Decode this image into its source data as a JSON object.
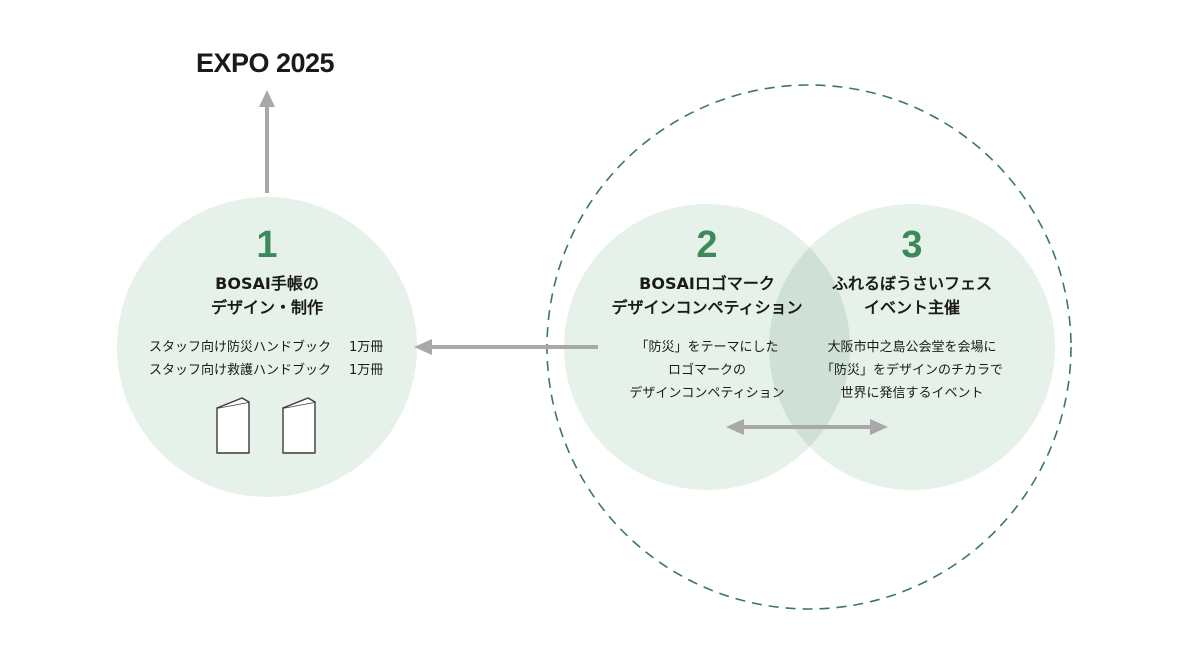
{
  "expo_title": "EXPO 2025",
  "colors": {
    "circle_fill": "#e6f1ea",
    "circle_overlap": "#cfe0d6",
    "accent_green": "#3c8a5c",
    "dashed_ring": "#3d7a54",
    "arrow_gray": "#a8a8a8",
    "text": "#1a1a1a",
    "booklet_stroke": "#3a3a3a"
  },
  "node1": {
    "number": "1",
    "title_line1": "BOSAI手帳の",
    "title_line2": "デザイン・制作",
    "items": [
      {
        "label": "スタッフ向け防災ハンドブック",
        "qty": "1万冊"
      },
      {
        "label": "スタッフ向け救護ハンドブック",
        "qty": "1万冊"
      }
    ],
    "icons": [
      "booklet-icon",
      "booklet-icon"
    ]
  },
  "node2": {
    "number": "2",
    "title_line1": "BOSAIロゴマーク",
    "title_line2": "デザインコンペティション",
    "desc_line1": "「防災」をテーマにした",
    "desc_line2": "ロゴマークの",
    "desc_line3": "デザインコンペティション"
  },
  "node3": {
    "number": "3",
    "title_line1": "ふれるぼうさいフェス",
    "title_line2": "イベント主催",
    "desc_line1": "大阪市中之島公会堂を会場に",
    "desc_line2": "「防災」をデザインのチカラで",
    "desc_line3": "世界に発信するイベント"
  }
}
